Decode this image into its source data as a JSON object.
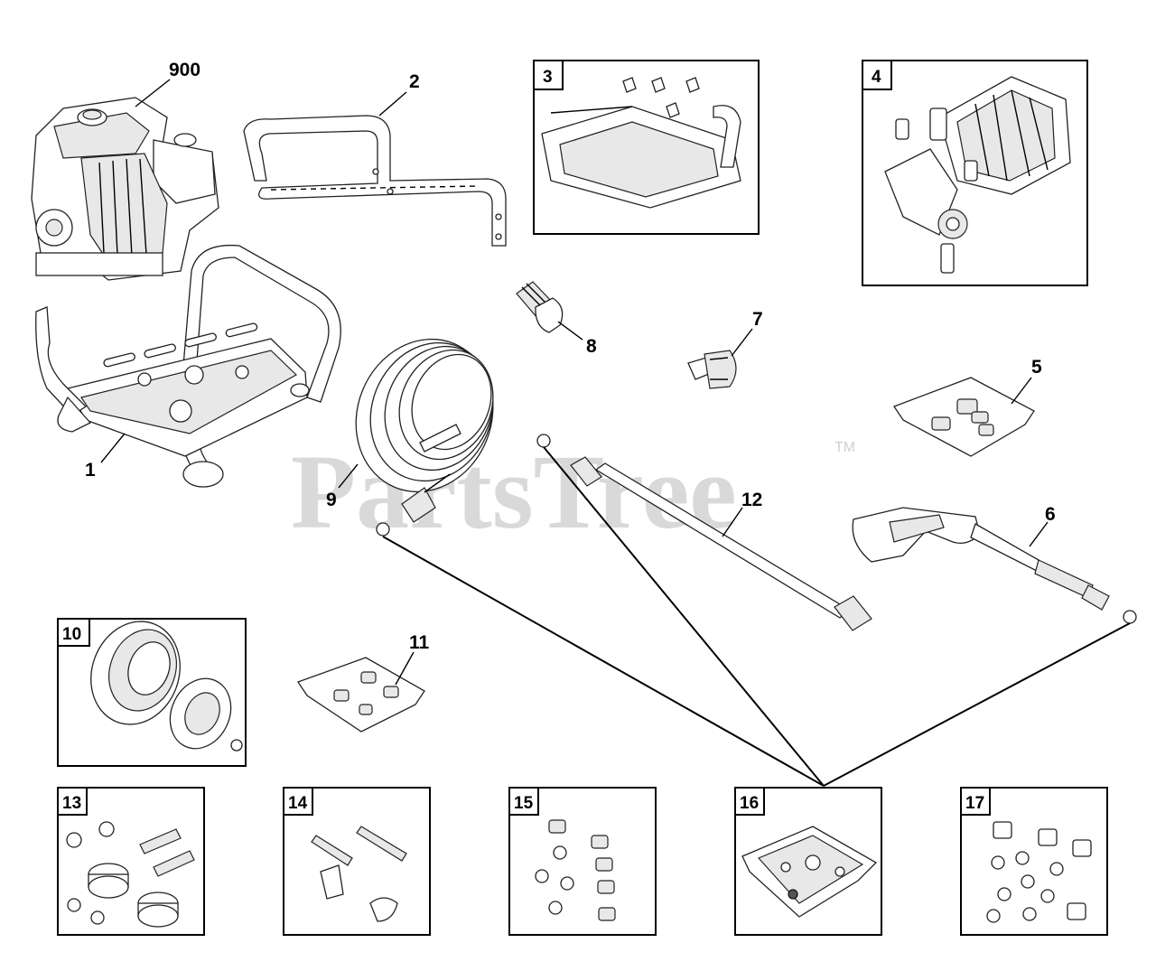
{
  "watermark": {
    "brand": "PartsTree",
    "trademark": "TM"
  },
  "callouts": [
    "900",
    "2",
    "1",
    "8",
    "7",
    "5",
    "9",
    "12",
    "6",
    "11"
  ],
  "boxes": [
    "3",
    "4",
    "10",
    "13",
    "14",
    "15",
    "16",
    "17"
  ]
}
